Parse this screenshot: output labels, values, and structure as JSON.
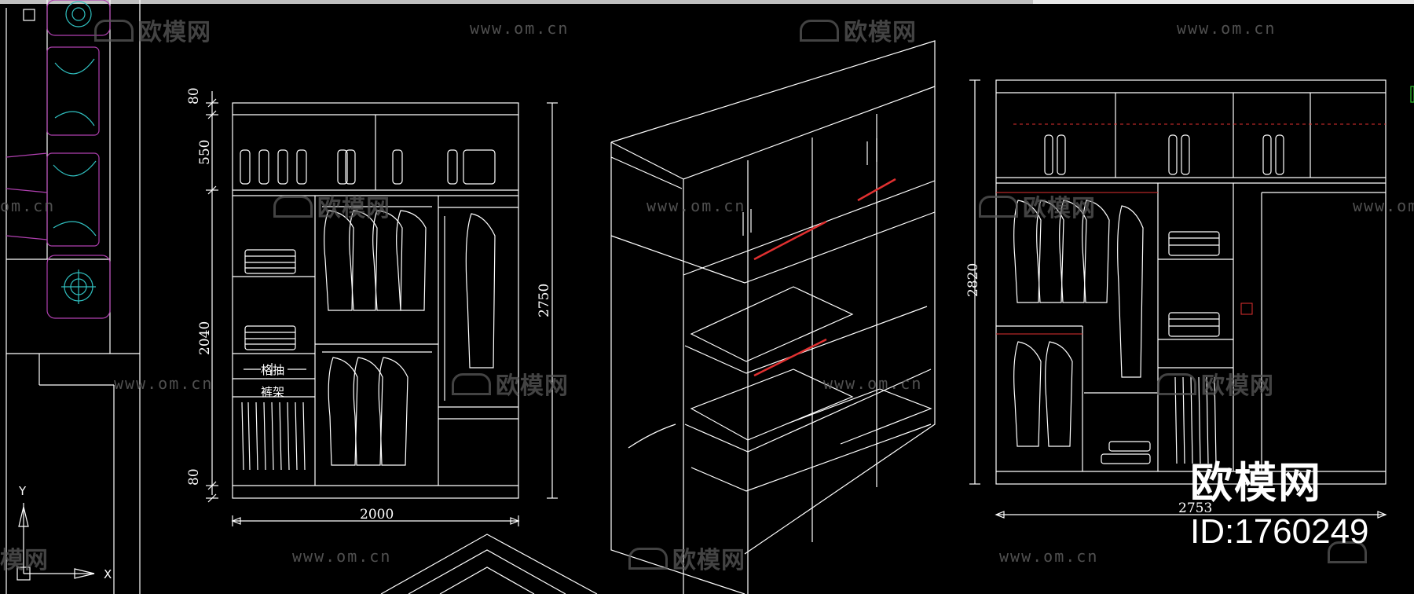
{
  "watermarks": {
    "brand": "欧模网",
    "url": "www.om.cn",
    "url_partial": "om.cn",
    "brand_partial": "模网"
  },
  "overlay": {
    "big_brand": "欧模网",
    "id_label": "ID:1760249"
  },
  "elevation_left": {
    "dim_top": "80",
    "dim_upper": "550",
    "dim_middle": "2040",
    "dim_bottom": "80",
    "dim_total_height": "2750",
    "dim_width": "2000",
    "label_drawer": "格抽",
    "label_rack": "裤架"
  },
  "elevation_right": {
    "dim_total_height": "2820",
    "dim_width": "2753"
  },
  "ucs": {
    "x_label": "X",
    "y_label": "Y"
  },
  "colors": {
    "background": "#000000",
    "lines": "#ffffff",
    "magenta": "#b040b0",
    "cyan": "#30c0c0",
    "red": "#e03030",
    "watermark": "#5a5a5a"
  }
}
